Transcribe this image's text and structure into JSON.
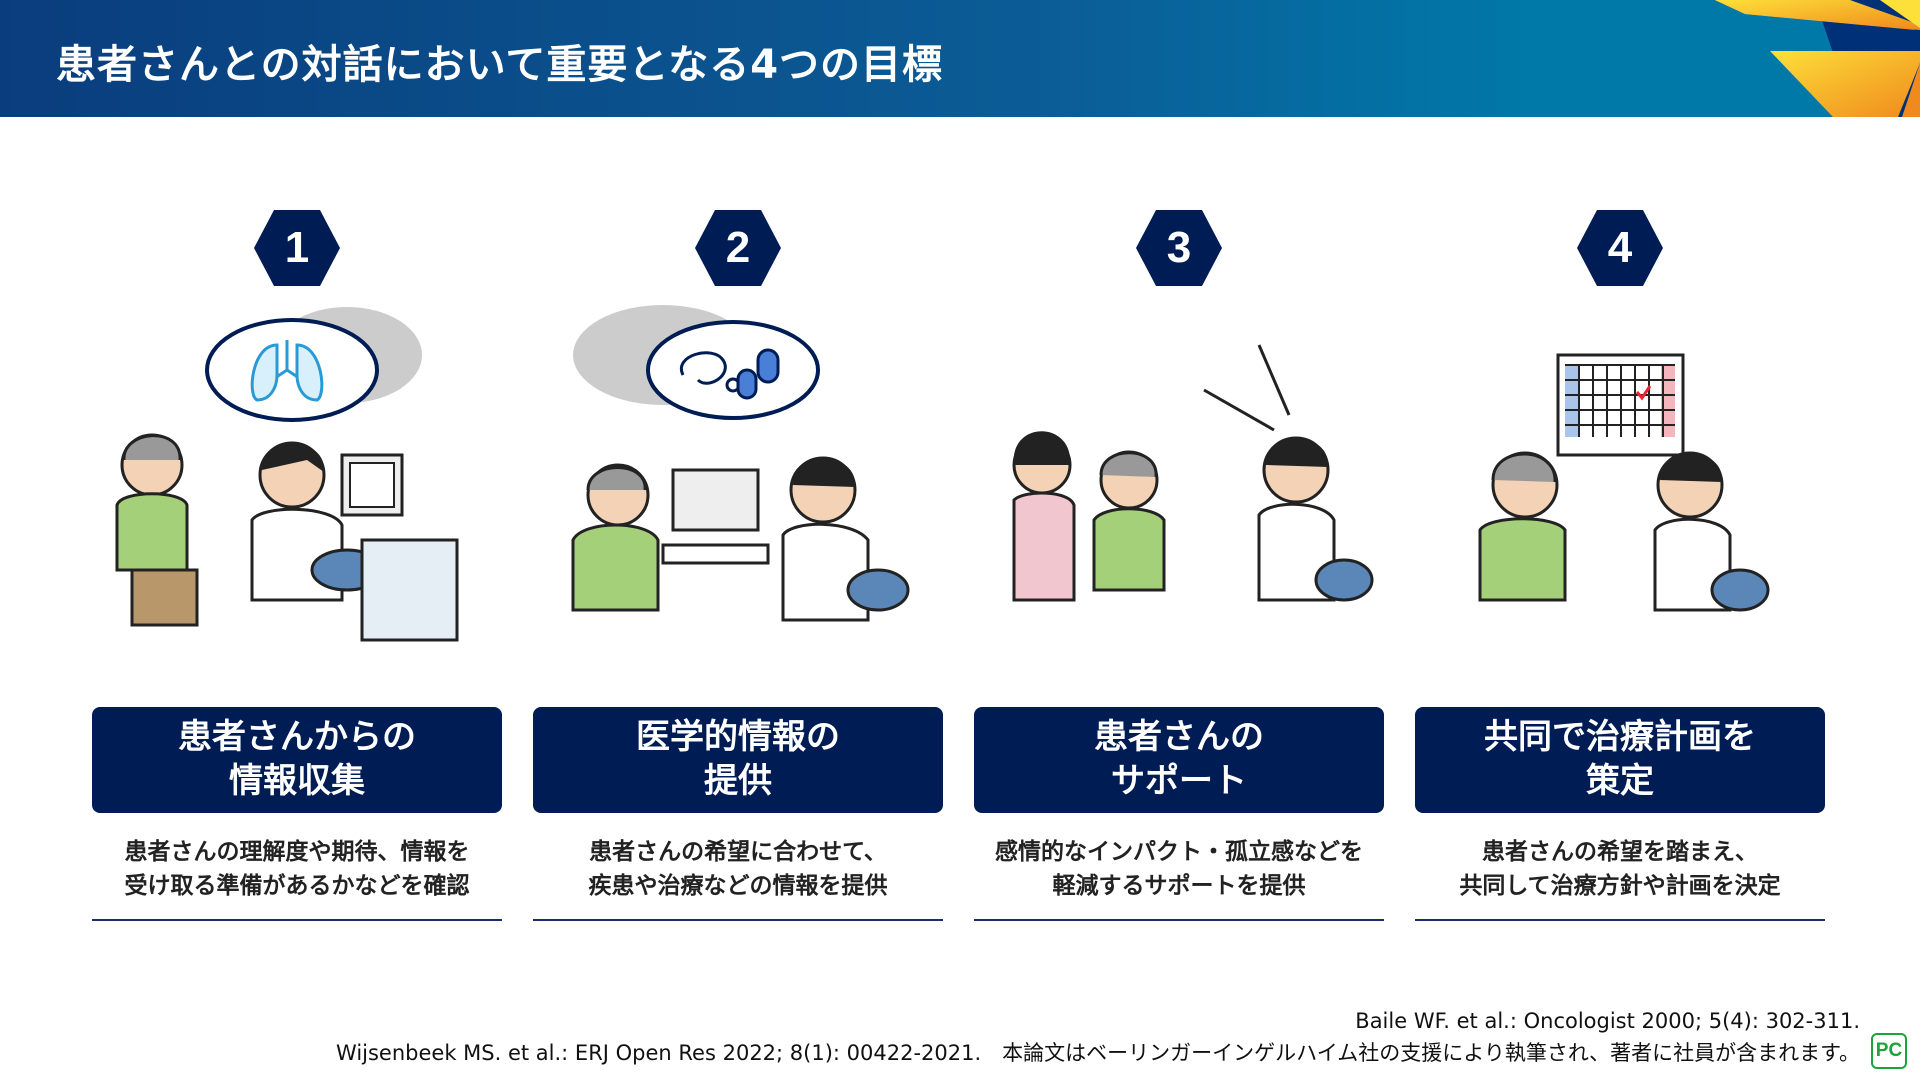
{
  "header": {
    "title": "患者さんとの対話において重要となる4つの目標"
  },
  "goals": [
    {
      "number": "1",
      "title_line1": "患者さんからの",
      "title_line2": "情報収集",
      "desc_line1": "患者さんの理解度や期待、情報を",
      "desc_line2": "受け取る準備があるかなどを確認",
      "icon": "lungs-icon"
    },
    {
      "number": "2",
      "title_line1": "医学的情報の",
      "title_line2": "提供",
      "desc_line1": "患者さんの希望に合わせて、",
      "desc_line2": "疾患や治療などの情報を提供",
      "icon": "stethoscope-pills-icon"
    },
    {
      "number": "3",
      "title_line1": "患者さんの",
      "title_line2": "サポート",
      "desc_line1": "感情的なインパクト・孤立感などを",
      "desc_line2": "軽減するサポートを提供",
      "icon": "encouraging-doctor-icon"
    },
    {
      "number": "4",
      "title_line1": "共同で治療計画を",
      "title_line2": "策定",
      "desc_line1": "患者さんの希望を踏まえ、",
      "desc_line2": "共同して治療方針や計画を決定",
      "icon": "calendar-icon"
    }
  ],
  "footer": {
    "ref1": "Baile WF. et al.: Oncologist 2000; 5(4): 302-311.",
    "ref2": "Wijsenbeek MS. et al.: ERJ Open Res 2022; 8(1): 00422-2021.　本論文はベーリンガーインゲルハイム社の支援により執筆され、著者に社員が含まれます。",
    "logo": "PC"
  },
  "colors": {
    "navy": "#001c54",
    "header_blue": "#0b5d97",
    "accent_yellow": "#fbd33a",
    "accent_orange": "#f39a1e",
    "logo_green": "#1aa43a"
  }
}
